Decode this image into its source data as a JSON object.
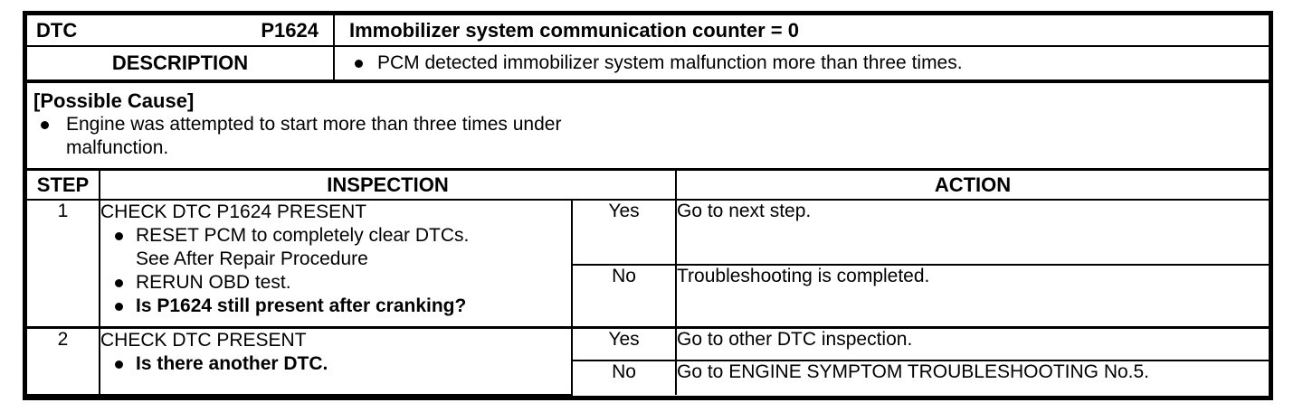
{
  "header": {
    "dtc_label": "DTC",
    "dtc_code": "P1624",
    "dtc_title": "Immobilizer system communication counter = 0",
    "description_label": "DESCRIPTION",
    "description_text": "PCM detected immobilizer system malfunction more than three times."
  },
  "possible_cause": {
    "heading": "[Possible Cause]",
    "items": [
      "Engine was attempted to start more than three times under malfunction."
    ]
  },
  "steps_table": {
    "headers": {
      "step": "STEP",
      "inspection": "INSPECTION",
      "action": "ACTION"
    },
    "rows": [
      {
        "step": "1",
        "inspection_title": "CHECK DTC P1624 PRESENT",
        "bullets": [
          {
            "text": "RESET PCM to completely clear DTCs.\nSee After Repair Procedure",
            "bold": false
          },
          {
            "text": "RERUN OBD test.",
            "bold": false
          },
          {
            "text": "Is P1624 still present after cranking?",
            "bold": true
          }
        ],
        "outcomes": [
          {
            "answer": "Yes",
            "action": "Go to next step."
          },
          {
            "answer": "No",
            "action": "Troubleshooting is completed."
          }
        ]
      },
      {
        "step": "2",
        "inspection_title": "CHECK DTC PRESENT",
        "bullets": [
          {
            "text": "Is there another DTC.",
            "bold": true
          }
        ],
        "outcomes": [
          {
            "answer": "Yes",
            "action": "Go to other DTC inspection."
          },
          {
            "answer": "No",
            "action": "Go to ENGINE SYMPTOM TROUBLESHOOTING No.5."
          }
        ]
      }
    ]
  },
  "colors": {
    "ink": "#000000",
    "paper": "#ffffff"
  }
}
